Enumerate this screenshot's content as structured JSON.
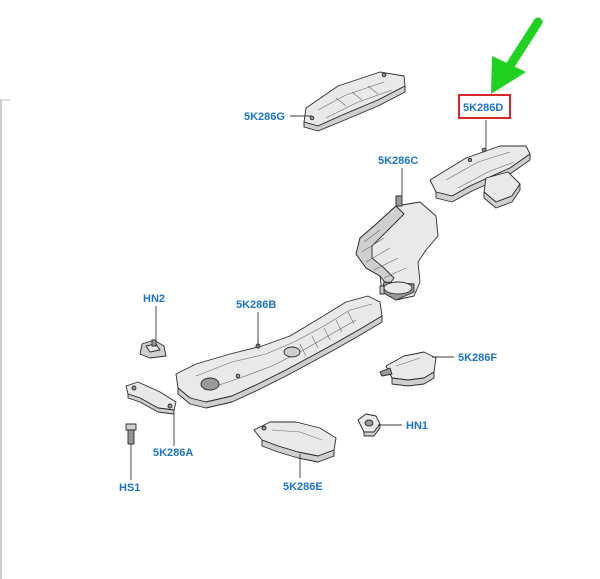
{
  "colors": {
    "label": "#1a73c9",
    "highlight": "#d62828",
    "arrow": "#1fd21f",
    "part_fill": "#e9e9e9",
    "part_stroke": "#2b2b2b"
  },
  "highlighted": "5K286D",
  "labels": {
    "5K286G": "5K286G",
    "5K286D": "5K286D",
    "5K286C": "5K286C",
    "5K286B": "5K286B",
    "HN2": "HN2",
    "5K286F": "5K286F",
    "5K286A": "5K286A",
    "HN1": "HN1",
    "HS1": "HS1",
    "5K286E": "5K286E"
  }
}
